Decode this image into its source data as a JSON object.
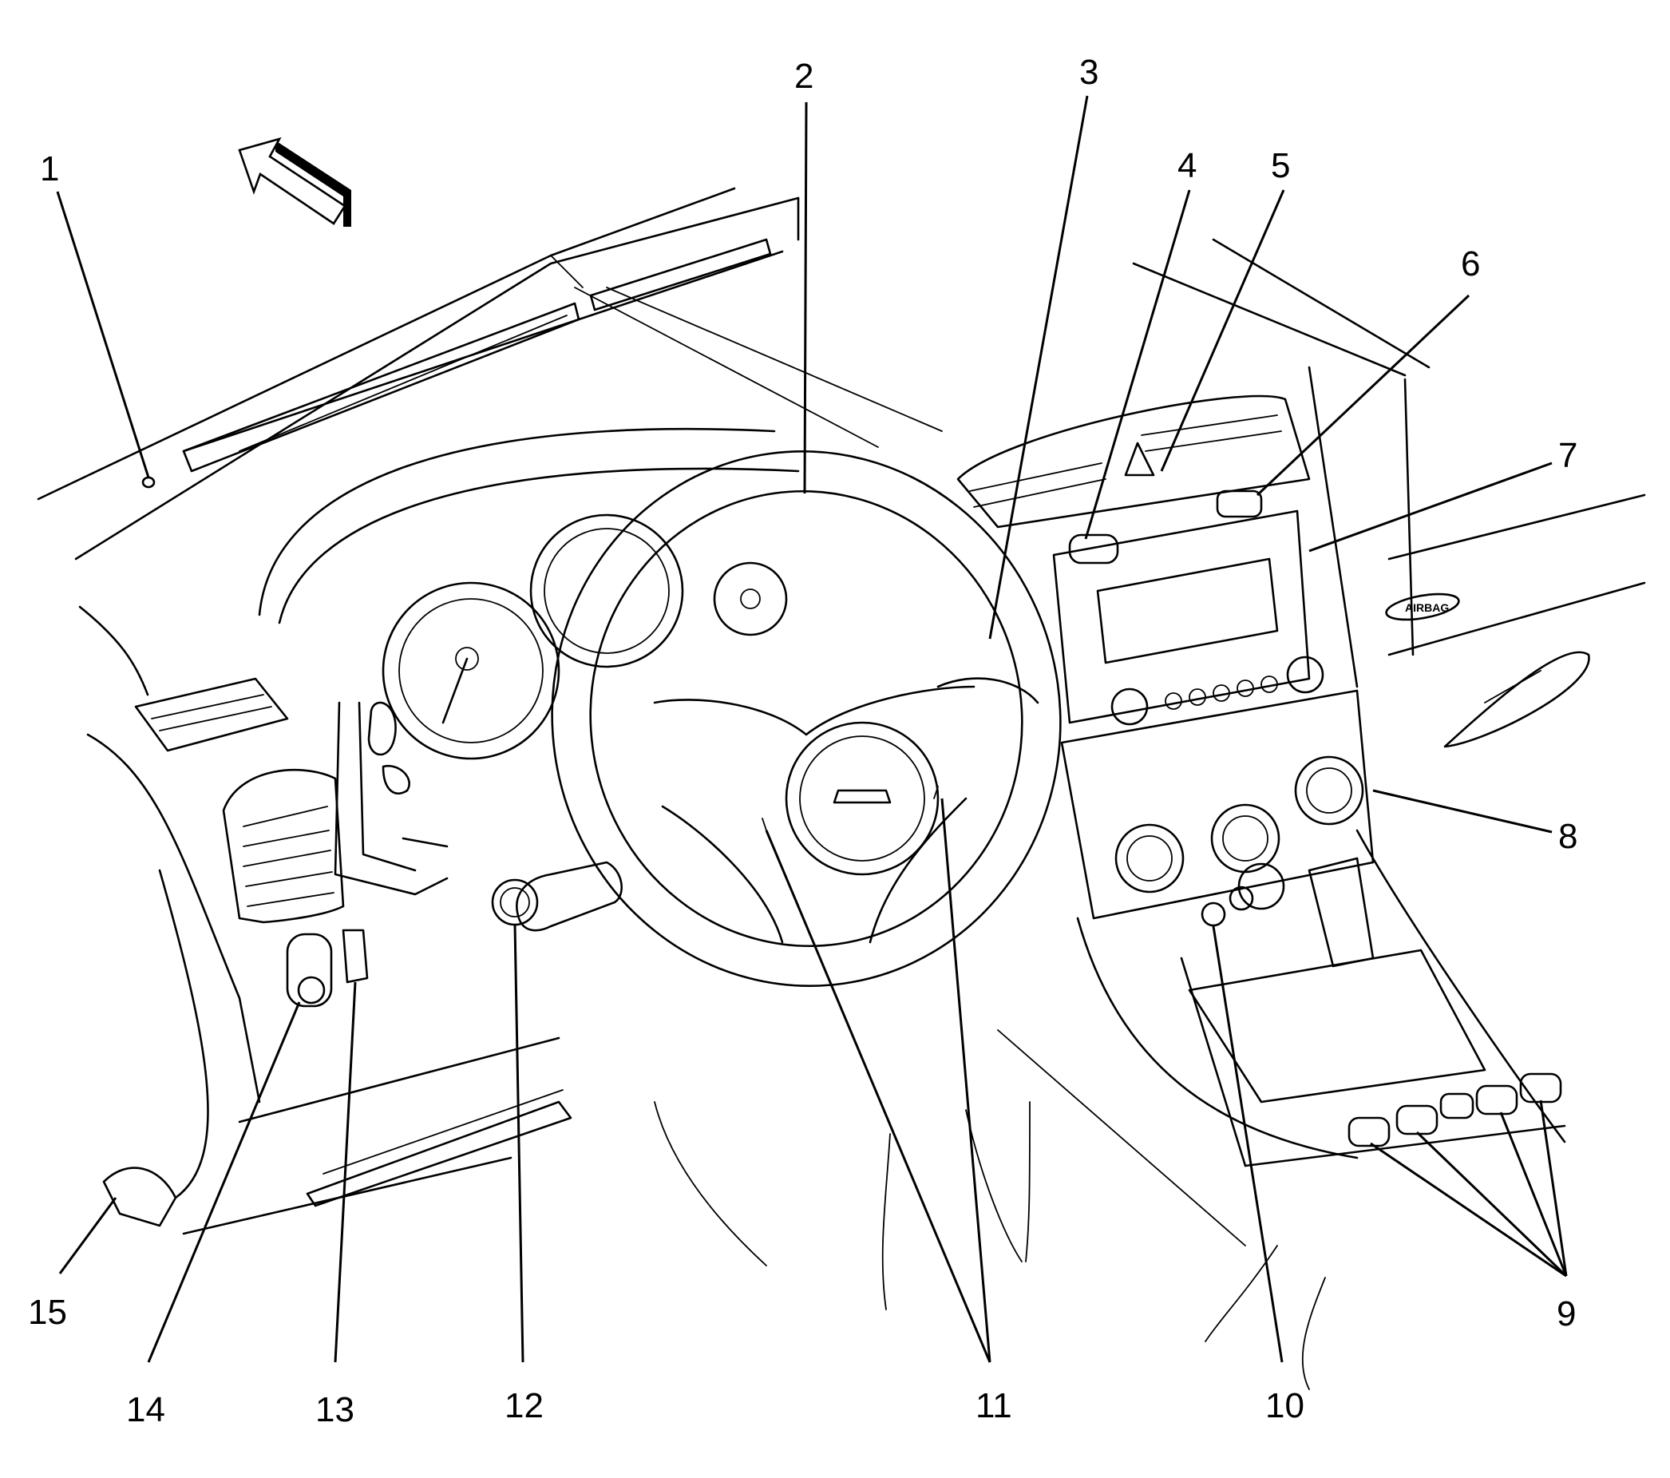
{
  "callouts": [
    {
      "id": "1",
      "text": "1"
    },
    {
      "id": "2",
      "text": "2"
    },
    {
      "id": "3",
      "text": "3"
    },
    {
      "id": "4",
      "text": "4"
    },
    {
      "id": "5",
      "text": "5"
    },
    {
      "id": "6",
      "text": "6"
    },
    {
      "id": "7",
      "text": "7"
    },
    {
      "id": "8",
      "text": "8"
    },
    {
      "id": "9",
      "text": "9"
    },
    {
      "id": "10",
      "text": "10"
    },
    {
      "id": "11",
      "text": "11"
    },
    {
      "id": "12",
      "text": "12"
    },
    {
      "id": "13",
      "text": "13"
    },
    {
      "id": "14",
      "text": "14"
    },
    {
      "id": "15",
      "text": "15"
    }
  ],
  "emblems": {
    "airbag": "AIRBAG"
  },
  "colors": {
    "ink": "#000000",
    "paper": "#ffffff"
  }
}
